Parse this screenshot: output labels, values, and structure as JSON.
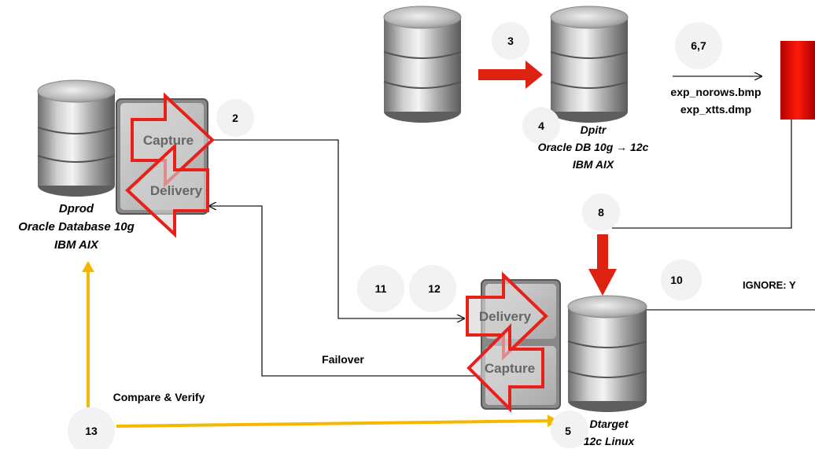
{
  "steps": {
    "s2": "2",
    "s3": "3",
    "s4": "4",
    "s5": "5",
    "s67": "6,7",
    "s8": "8",
    "s10": "10",
    "s11": "11",
    "s12": "12",
    "s13": "13"
  },
  "labels": {
    "capture": "Capture",
    "delivery": "Delivery",
    "failover": "Failover",
    "compare_verify": "Compare & Verify",
    "ignore": "IGNORE: Y",
    "dump1": "exp_norows.bmp",
    "dump2": "exp_xtts.dmp"
  },
  "databases": {
    "dprod": {
      "name": "Dprod",
      "line1": "Oracle Database 10g",
      "line2": "IBM AIX"
    },
    "dpitr": {
      "name": "Dpitr",
      "line1": "Oracle DB 10g → 12c",
      "line2": "IBM AIX"
    },
    "dtarget": {
      "name": "Dtarget",
      "line1": "12c Linux"
    }
  },
  "colors": {
    "red_arrow": "#dd2211",
    "red_outline": "#e8201a",
    "yellow_arrow": "#f5b800",
    "box_gray": "#c2c2c2",
    "line": "#1a1a1a",
    "circle": "#f2f2f2"
  }
}
